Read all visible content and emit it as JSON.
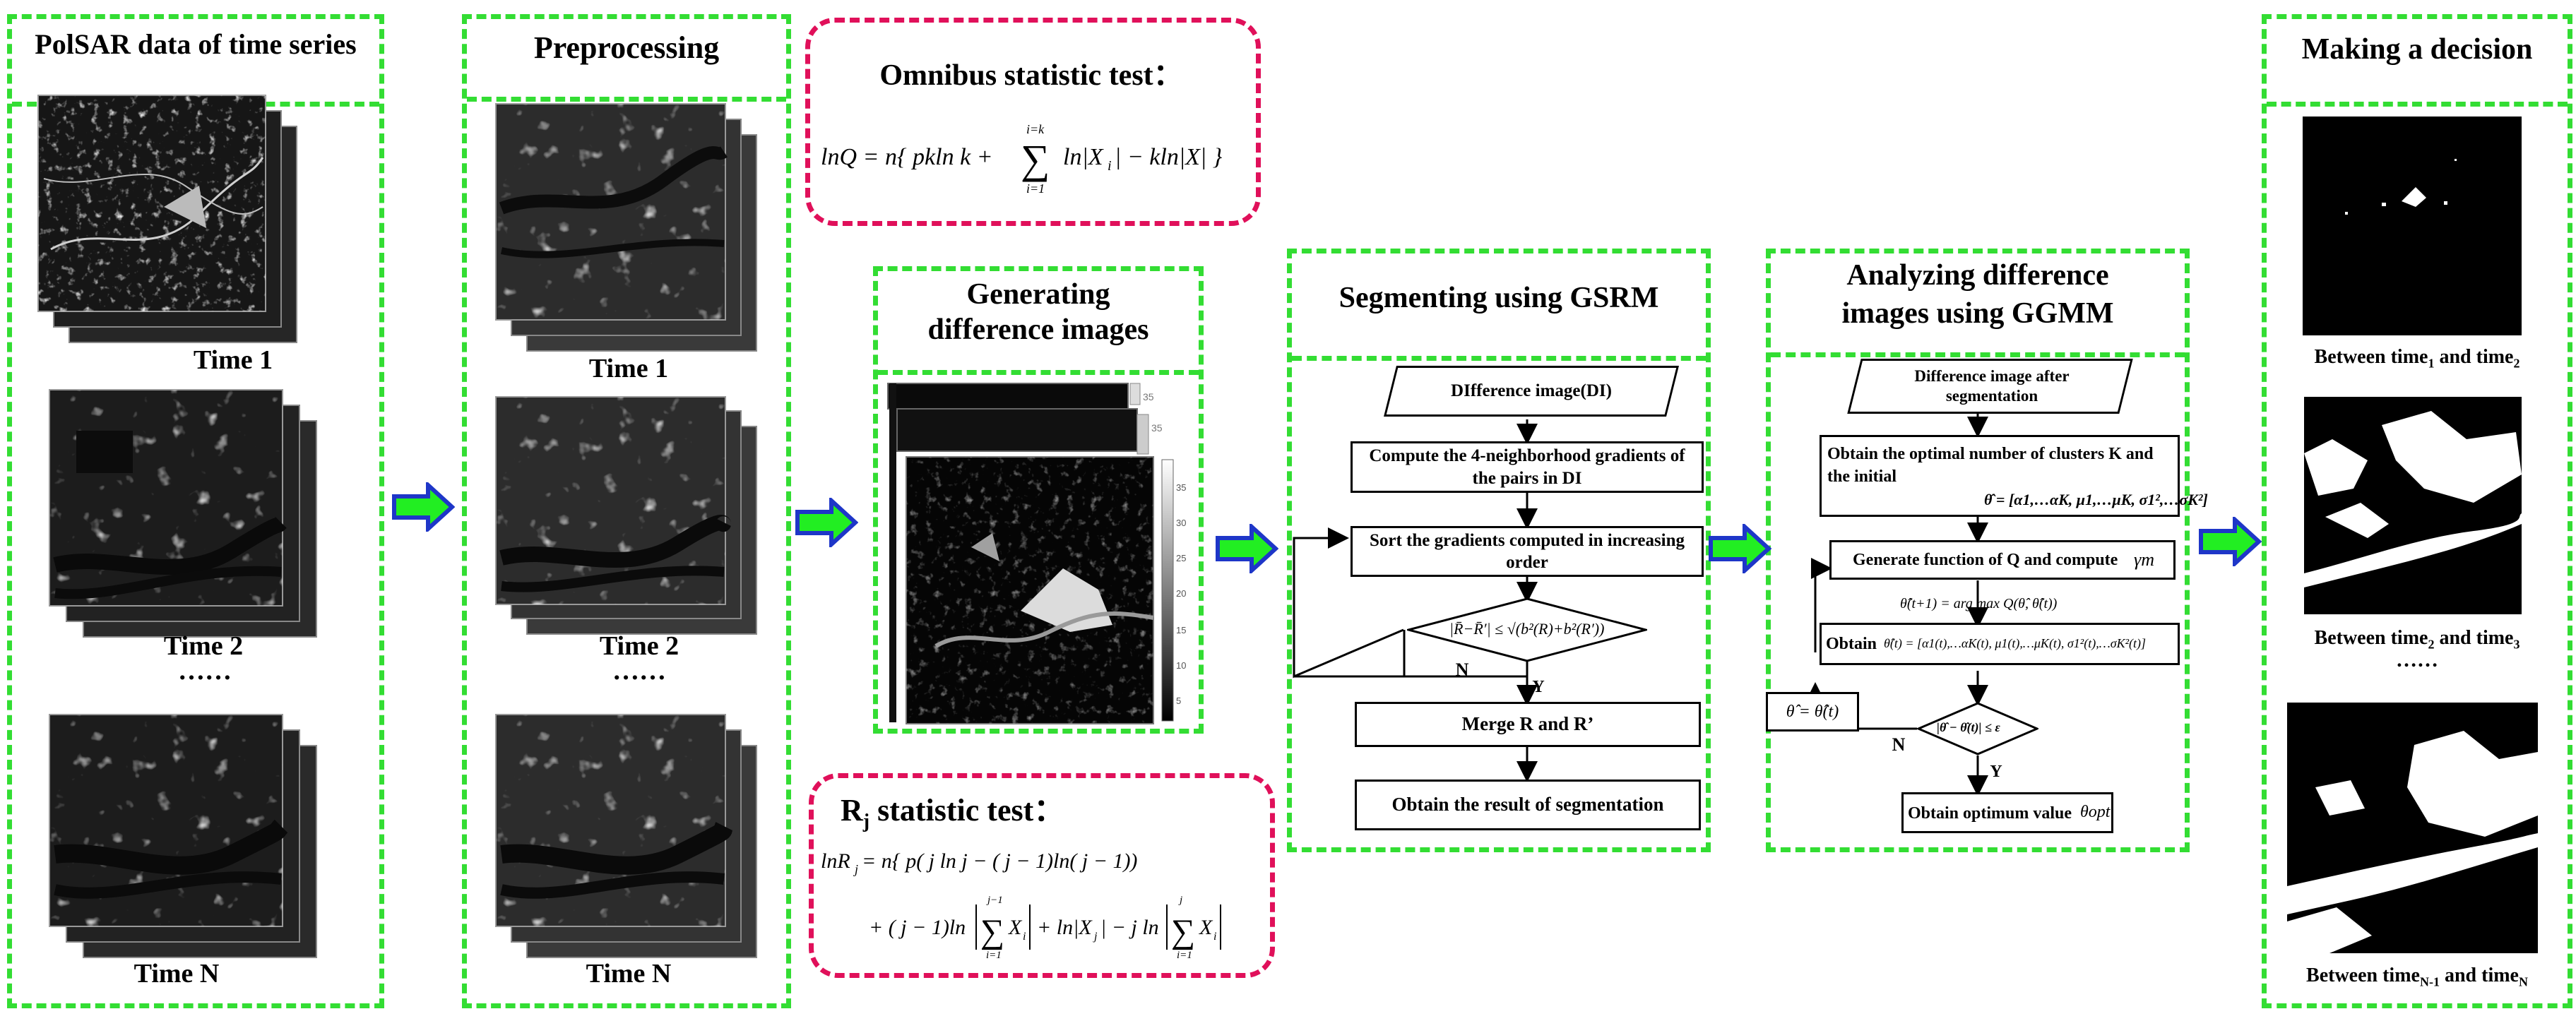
{
  "panels": {
    "polsar": {
      "title": "PolSAR data of time series",
      "time1": "Time 1",
      "time2": "Time 2",
      "dots": "……",
      "timeN": "Time N"
    },
    "preprocessing": {
      "title": "Preprocessing",
      "time1": "Time 1",
      "time2": "Time 2",
      "dots": "……",
      "timeN": "Time N"
    },
    "omnibus": {
      "title": "Omnibus statistic test：",
      "equation": "lnQ = n{ pkln k + Σ_{i=1}^{i=k} ln|X_i| − k ln|X| }"
    },
    "difference": {
      "title_line1": "Generating",
      "title_line2": "difference images",
      "colorbar_ticks": [
        "35",
        "30",
        "25",
        "20",
        "15",
        "10",
        "5"
      ]
    },
    "rj": {
      "title_main": "R",
      "title_sub": "j",
      "title_rest": " statistic test：",
      "eq_line1": "lnR_j = n{ p( j ln j − ( j − 1) ln( j − 1))",
      "eq_line2": "+ ( j − 1) ln|Σ_{i=1}^{j−1} X_i| + ln|X_j| − j ln|Σ_{i=1}^{j} X_i|"
    },
    "gsrm": {
      "title": "Segmenting using GSRM",
      "box_input": "DIfference image(DI)",
      "box_compute": "Compute the 4-neighborhood gradients of the pairs in DI",
      "box_sort": "Sort  the gradients computed in increasing order",
      "decision": "|R̄−R̄′| ≤ √(b²(R)+b²(R′))",
      "label_n": "N",
      "label_y": "Y",
      "box_merge": "Merge R and R’",
      "box_result": "Obtain the result of segmentation"
    },
    "ggmm": {
      "title_line1": "Analyzing difference",
      "title_line2": "images using GGMM",
      "box_input": "Difference image after segmentation",
      "box_optimal": "Obtain the optimal number of clusters K and the initial",
      "theta_init": "θ̂ = [α1,…αK, μ1,…μK, σ1²,…σK²]",
      "box_generate": "Generate function  of Q and compute",
      "gamma": "γm",
      "update": "θ̂(t+1) = arg max Q(θ̂, θ̂(t))",
      "box_obtain": "Obtain",
      "theta_t": "θ̂(t) = [α1(t),…αK(t), μ1(t),…μK(t), σ1²(t),…σK²(t)]",
      "assign": "θ̂ = θ̂(t)",
      "decision": "|θ̂ − θ̂(t)| ≤ ε",
      "label_n": "N",
      "label_y": "Y",
      "box_optimum": "Obtain optimum value",
      "theta_opt": "θopt"
    },
    "decision": {
      "title": "Making a decision",
      "cap1_a": "Between time",
      "cap1_s1": "1",
      "cap1_b": "  and time",
      "cap1_s2": "2",
      "cap2_a": "Between time",
      "cap2_s1": "2",
      "cap2_b": "  and time",
      "cap2_s2": "3",
      "dots": "……",
      "cap3_a": "Between time",
      "cap3_s1": "N-1",
      "cap3_b": " and time",
      "cap3_s2": "N"
    }
  },
  "colors": {
    "panel_border": "#33dd33",
    "test_border": "#e0105a",
    "arrow_fill": "#22ee22",
    "arrow_stroke": "#1e36c8"
  }
}
